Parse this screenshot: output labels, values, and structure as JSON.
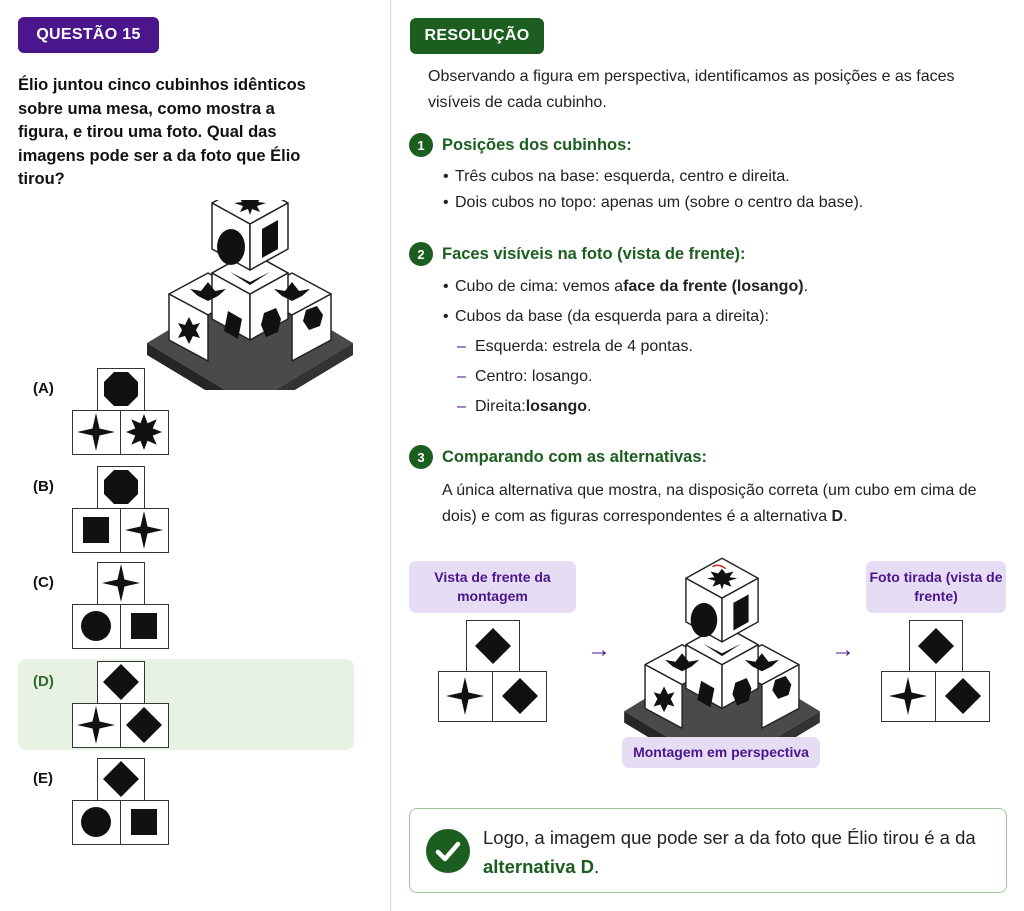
{
  "question": {
    "badge": "QUESTÃO 15",
    "text": "Élio juntou cinco cubinhos idênticos sobre uma mesa, como mostra a figura, e tirou uma foto. Qual das imagens pode ser a da foto que Élio tirou?",
    "options": [
      {
        "label": "(A)",
        "top": "octagon-icon",
        "bottom_left": "four-point-star-icon",
        "bottom_right": "eight-point-star-icon"
      },
      {
        "label": "(B)",
        "top": "octagon-icon",
        "bottom_left": "square-icon",
        "bottom_right": "four-point-star-icon"
      },
      {
        "label": "(C)",
        "top": "four-point-star-icon",
        "bottom_left": "circle-icon",
        "bottom_right": "square-icon"
      },
      {
        "label": "(D)",
        "top": "diamond-icon",
        "bottom_left": "four-point-star-icon",
        "bottom_right": "diamond-icon"
      },
      {
        "label": "(E)",
        "top": "diamond-icon",
        "bottom_left": "circle-icon",
        "bottom_right": "square-icon"
      }
    ]
  },
  "resolution": {
    "badge": "RESOLUÇÃO",
    "intro": "Observando a figura em perspectiva, identificamos as posições e as faces visíveis de cada cubinho.",
    "step1": {
      "num": "1",
      "title": "Posições dos cubinhos:",
      "b1": "Três cubos na base: esquerda, centro e direita.",
      "b2": "Dois cubos no topo: apenas um (sobre o centro da base)."
    },
    "step2": {
      "num": "2",
      "title": "Faces visíveis na foto (vista de frente):",
      "b1_pre": "Cubo de cima: vemos a ",
      "b1_bold": "face da frente (losango)",
      "b1_post": ".",
      "b2": "Cubos da base (da esquerda para a direita):",
      "d1": "Esquerda: estrela de 4 pontas.",
      "d2": "Centro: losango.",
      "d3_pre": "Direita: ",
      "d3_bold": "losango",
      "d3_post": "."
    },
    "step3": {
      "num": "3",
      "title": "Comparando com as alternativas:",
      "text_pre": "A única alternativa que mostra, na disposição correta (um cubo em cima de dois) e com as figuras correspondentes é a alternativa ",
      "text_bold": "D",
      "text_post": "."
    },
    "tag_front": "Vista de frente da montagem",
    "tag_perspective": "Montagem em perspectiva",
    "tag_photo": "Foto tirada (vista de frente)",
    "arrow": "→",
    "conclusion_pre": "Logo, a imagem que pode ser a da foto que Élio tirou é a da ",
    "conclusion_bold": "alternativa D",
    "conclusion_post": "."
  },
  "colors": {
    "purple": "#4b168c",
    "green": "#1b5e20",
    "highlight": "#e8f2e3",
    "tag": "#e6dcf3"
  }
}
